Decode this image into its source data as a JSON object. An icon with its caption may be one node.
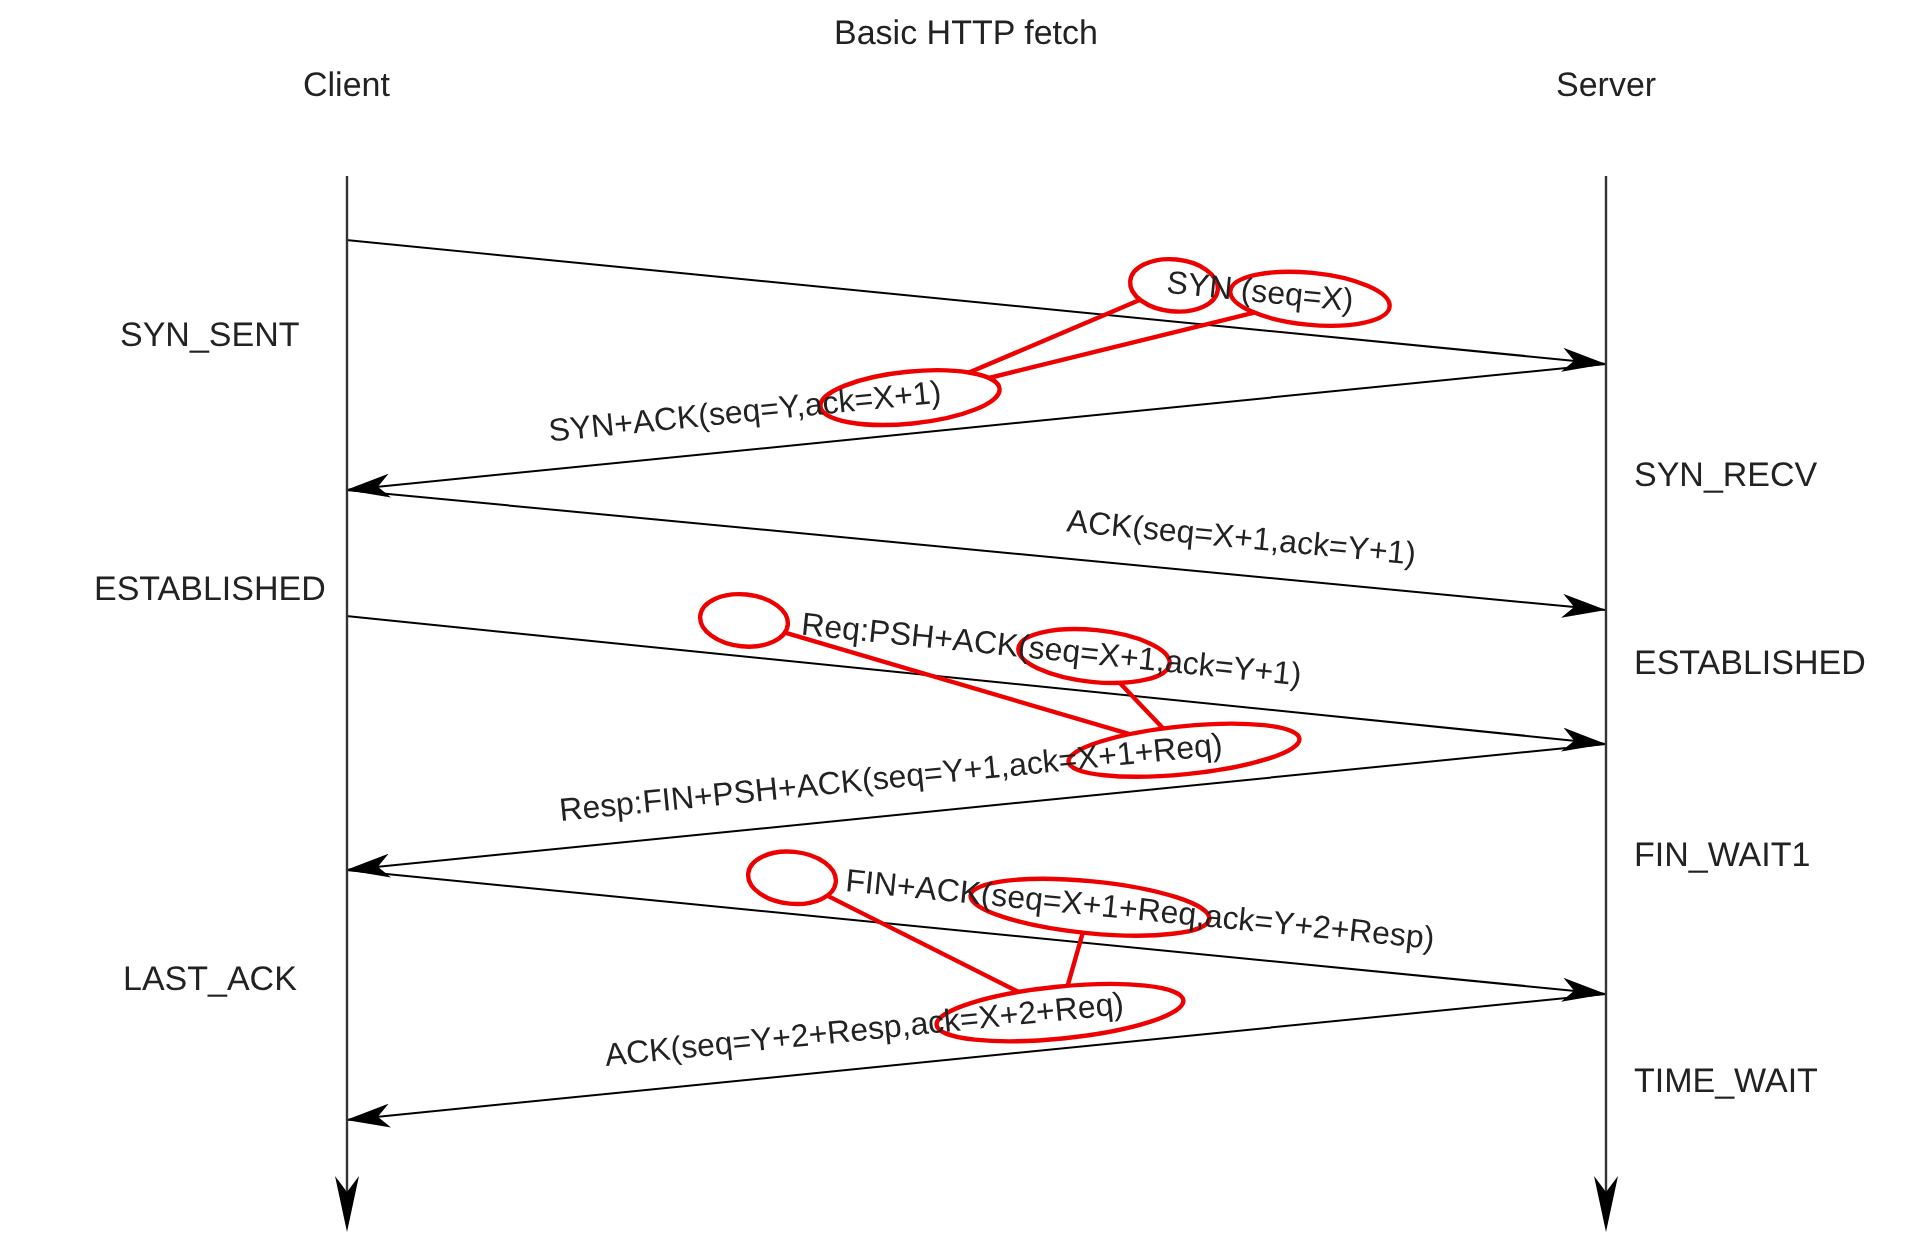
{
  "diagram": {
    "title": "Basic HTTP fetch",
    "nodes": [
      {
        "text": [
          "Client"
        ]
      },
      {
        "text": [
          "Server"
        ]
      },
      {
        "text": [],
        "shape": "ellipse"
      },
      {
        "text": [],
        "shape": "ellipse"
      },
      {
        "text": [],
        "shape": "ellipse"
      },
      {
        "text": [],
        "shape": "ellipse"
      },
      {
        "text": [],
        "shape": "ellipse"
      },
      {
        "text": [],
        "shape": "ellipse"
      },
      {
        "text": [],
        "shape": "ellipse"
      },
      {
        "text": [],
        "shape": "ellipse"
      },
      {
        "text": [],
        "shape": "ellipse"
      }
    ],
    "edges": [
      {
        "from": 0,
        "to": 1,
        "arrow": "to",
        "label": "SYN (seq=X)"
      },
      {
        "from": 1,
        "to": 0,
        "arrow": "to",
        "label": "SYN+ACK(seq=Y,ack=X+1)"
      },
      {
        "from": 0,
        "to": 1,
        "arrow": "to",
        "label": "ACK(seq=X+1,ack=Y+1)"
      },
      {
        "from": 0,
        "to": 1,
        "arrow": "to",
        "label": "Req:PSH+ACK(seq=X+1,ack=Y+1)"
      },
      {
        "from": 1,
        "to": 0,
        "arrow": "to",
        "label": "Resp:FIN+PSH+ACK(seq=Y+1,ack=X+1+Req)"
      },
      {
        "from": 0,
        "to": 1,
        "arrow": "to",
        "label": "FIN+ACK(seq=X+1+Req,ack=Y+2+Resp)"
      },
      {
        "from": 1,
        "to": 0,
        "arrow": "to",
        "label": "ACK(seq=Y+2+Resp,ack=X+2+Req)"
      },
      {
        "from": 2,
        "to": 4,
        "arrow": "none",
        "color": "#ee0000"
      },
      {
        "from": 3,
        "to": 4,
        "arrow": "none",
        "color": "#ee0000"
      },
      {
        "from": 5,
        "to": 7,
        "arrow": "none",
        "color": "#ee0000"
      },
      {
        "from": 6,
        "to": 7,
        "arrow": "none",
        "color": "#ee0000"
      },
      {
        "from": 8,
        "to": 10,
        "arrow": "none",
        "color": "#ee0000"
      },
      {
        "from": 9,
        "to": 10,
        "arrow": "none",
        "color": "#ee0000"
      }
    ],
    "labels": [
      "SYN_SENT",
      "SYN_RECV",
      "ESTABLISHED",
      "ESTABLISHED",
      "FIN_WAIT1",
      "LAST_ACK",
      "TIME_WAIT"
    ]
  }
}
